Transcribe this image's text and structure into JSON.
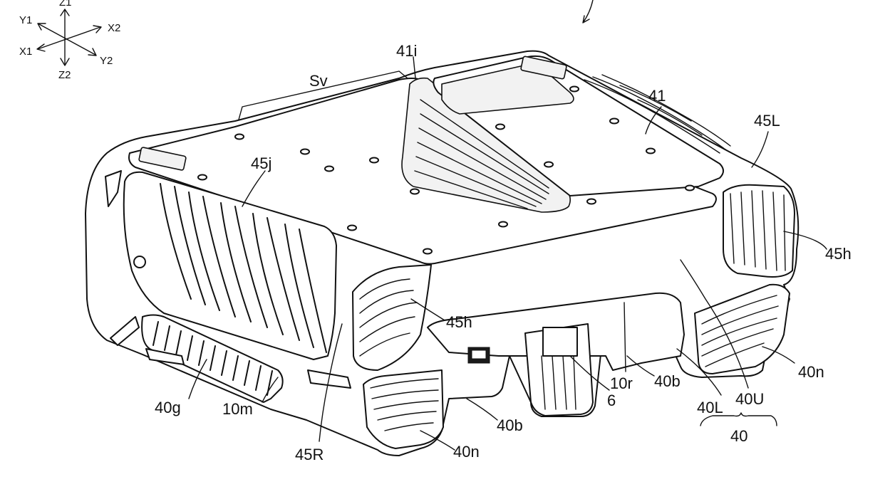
{
  "axes": {
    "z1": "Z1",
    "z2": "Z2",
    "x1": "X1",
    "x2": "X2",
    "y1": "Y1",
    "y2": "Y2"
  },
  "labels": {
    "l_41i": "41i",
    "l_sv": "Sv",
    "l_41": "41",
    "l_45L": "45L",
    "l_45j": "45j",
    "l_45h_right": "45h",
    "l_45h_front": "45h",
    "l_40n_right": "40n",
    "l_10r": "10r",
    "l_40b_right": "40b",
    "l_6": "6",
    "l_40L": "40L",
    "l_40U": "40U",
    "l_40": "40",
    "l_40g": "40g",
    "l_10m": "10m",
    "l_40b_front": "40b",
    "l_45R": "45R",
    "l_40n_front": "40n"
  }
}
